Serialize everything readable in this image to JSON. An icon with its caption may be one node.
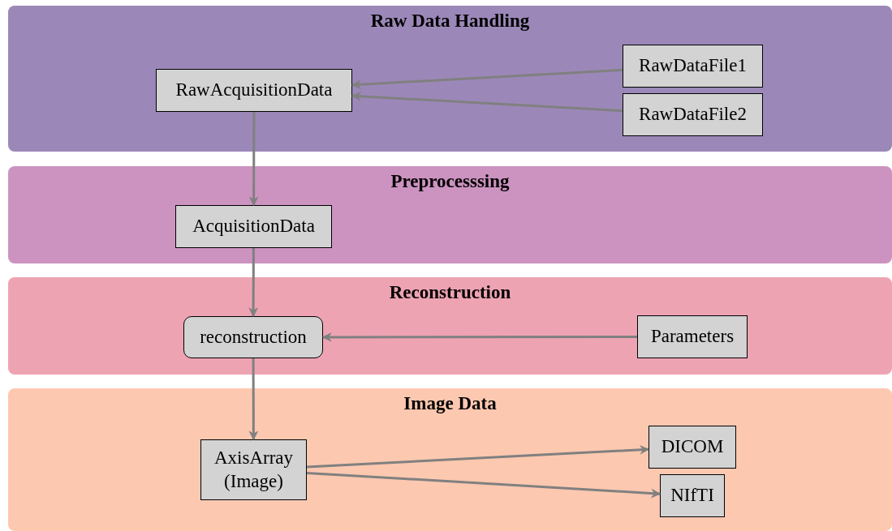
{
  "diagram": {
    "nodes": [
      {
        "text": [
          "Raw Data Handling"
        ]
      },
      {
        "text": [
          "RawAcquisitionData"
        ],
        "in": 0
      },
      {
        "text": [
          "RawDataFile1"
        ],
        "in": 0
      },
      {
        "text": [
          "RawDataFile2"
        ],
        "in": 0
      },
      {
        "text": [
          "Preprocesssing"
        ]
      },
      {
        "text": [
          "AcquisitionData"
        ],
        "in": 4
      },
      {
        "text": [
          "Reconstruction"
        ]
      },
      {
        "text": [
          "reconstruction"
        ],
        "in": 6
      },
      {
        "text": [
          "Parameters"
        ],
        "in": 6
      },
      {
        "text": [
          "Image Data"
        ]
      },
      {
        "text": [
          "AxisArray (Image)"
        ],
        "in": 9
      },
      {
        "text": [
          "DICOM"
        ],
        "in": 9
      },
      {
        "text": [
          "NIfTI"
        ],
        "in": 9
      }
    ],
    "edges": [
      {
        "from": 2,
        "to": 1,
        "arrow": "to"
      },
      {
        "from": 3,
        "to": 1,
        "arrow": "to"
      },
      {
        "from": 1,
        "to": 5,
        "arrow": "to"
      },
      {
        "from": 5,
        "to": 7,
        "arrow": "to"
      },
      {
        "from": 8,
        "to": 7,
        "arrow": "to"
      },
      {
        "from": 7,
        "to": 10,
        "arrow": "to"
      },
      {
        "from": 10,
        "to": 11,
        "arrow": "to"
      },
      {
        "from": 10,
        "to": 12,
        "arrow": "to"
      }
    ]
  }
}
